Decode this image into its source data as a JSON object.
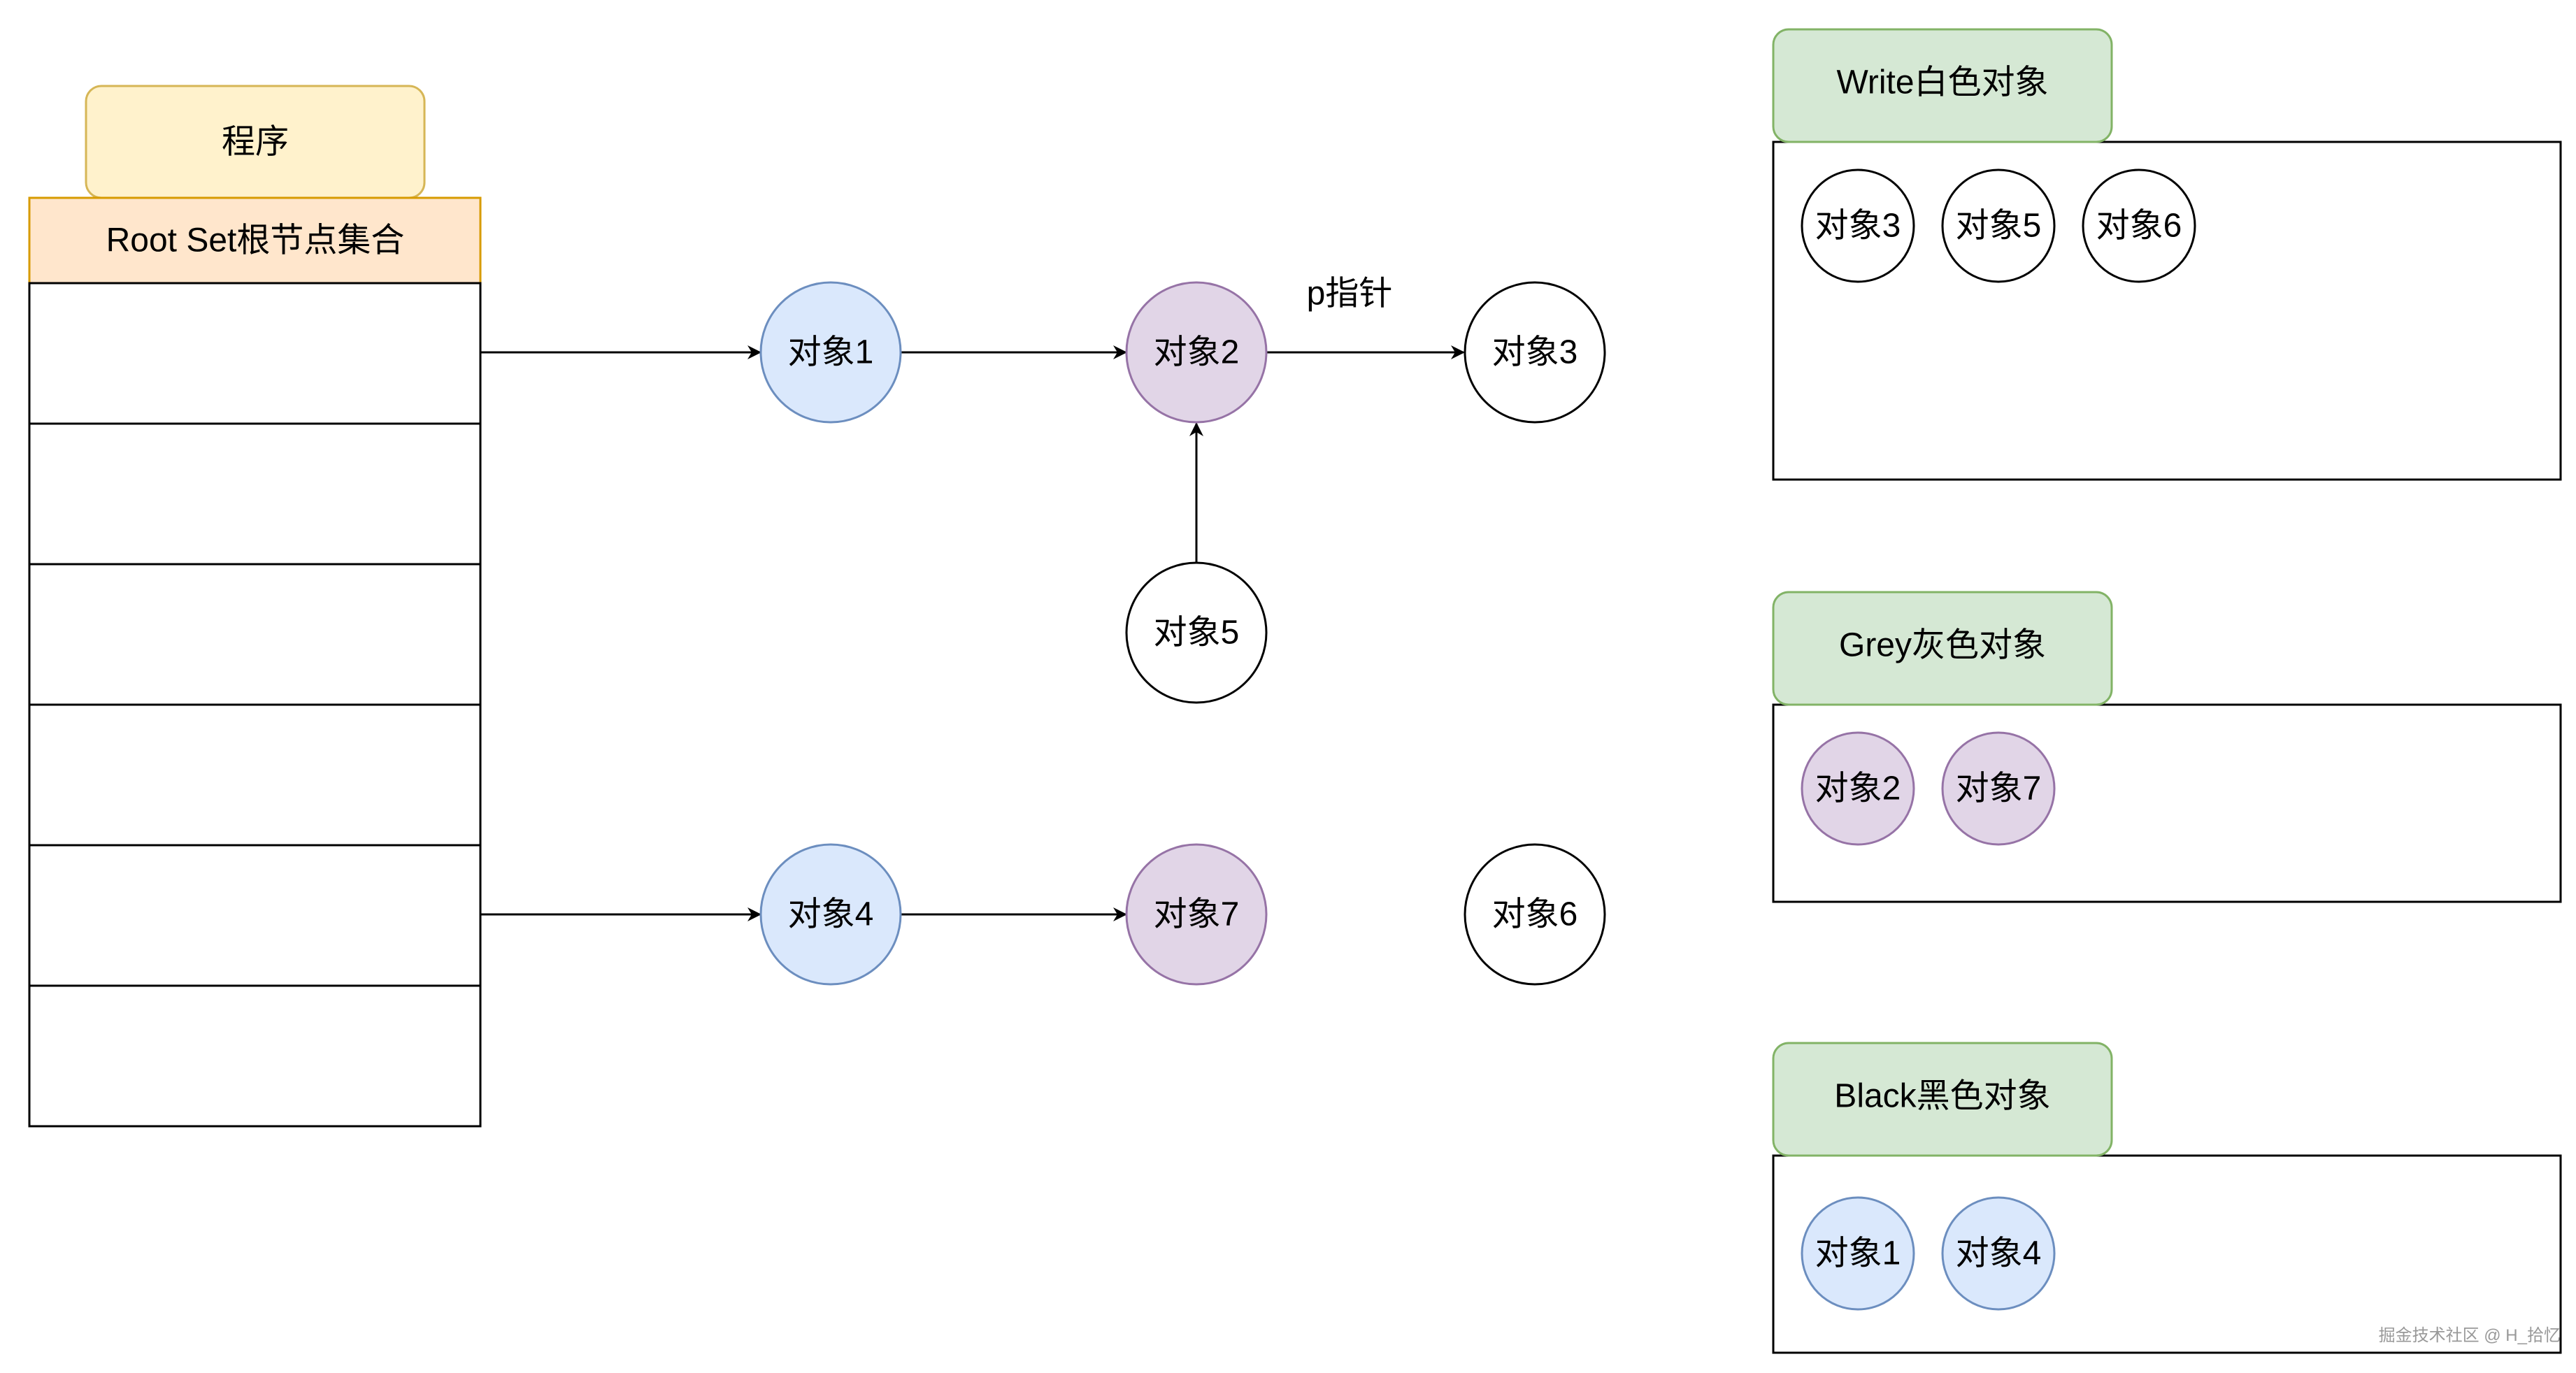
{
  "program": {
    "label": "程序"
  },
  "root_set": {
    "label": "Root Set根节点集合",
    "slot_count": 6
  },
  "objects": {
    "obj1": {
      "label": "对象1",
      "color": "blue"
    },
    "obj2": {
      "label": "对象2",
      "color": "purple"
    },
    "obj3": {
      "label": "对象3",
      "color": "white"
    },
    "obj4": {
      "label": "对象4",
      "color": "blue"
    },
    "obj5": {
      "label": "对象5",
      "color": "white"
    },
    "obj6": {
      "label": "对象6",
      "color": "white"
    },
    "obj7": {
      "label": "对象7",
      "color": "purple"
    }
  },
  "edges": [
    {
      "from": "root-slot-1",
      "to": "obj1"
    },
    {
      "from": "obj1",
      "to": "obj2"
    },
    {
      "from": "obj2",
      "to": "obj3",
      "label": "p指针"
    },
    {
      "from": "obj5",
      "to": "obj2"
    },
    {
      "from": "root-slot-5",
      "to": "obj4"
    },
    {
      "from": "obj4",
      "to": "obj7"
    }
  ],
  "sets": {
    "white": {
      "title": "Write白色对象",
      "members": [
        "对象3",
        "对象5",
        "对象6"
      ]
    },
    "grey": {
      "title": "Grey灰色对象",
      "members": [
        "对象2",
        "对象7"
      ]
    },
    "black": {
      "title": "Black黑色对象",
      "members": [
        "对象1",
        "对象4"
      ]
    }
  },
  "colors": {
    "blue_fill": "#dae8fc",
    "blue_stroke": "#6c8ebf",
    "purple_fill": "#e1d5e7",
    "purple_stroke": "#9673a6",
    "white_fill": "#ffffff",
    "white_stroke": "#000000",
    "program_fill": "#fff2cc",
    "program_stroke": "#d6b656",
    "rootset_fill": "#ffe6cc",
    "rootset_stroke": "#d79b00",
    "set_title_fill": "#d5e8d4",
    "set_title_stroke": "#82b366"
  },
  "watermark": "掘金技术社区 @ H_拾忆"
}
